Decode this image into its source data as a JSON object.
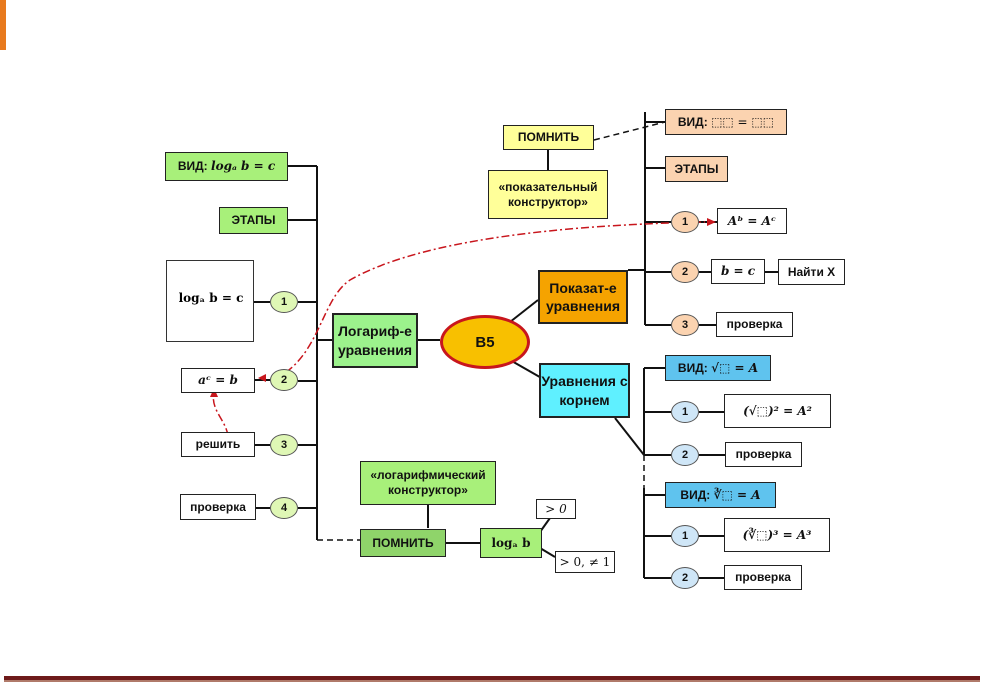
{
  "center": {
    "label": "B5"
  },
  "log_branch": {
    "title": "Логариф-е уравнения",
    "vid_label": "ВИД:",
    "vid_formula": "logₐ b = c",
    "etapy": "ЭТАПЫ",
    "cycle_formula": "logₐ b = c",
    "step2_formula": "aᶜ = b",
    "step3_label": "решить",
    "step4_label": "проверка",
    "steps": [
      "1",
      "2",
      "3",
      "4"
    ],
    "remember": "ПОМНИТЬ",
    "constructor_label": "«логарифмический конструктор»",
    "log_formula": "logₐ b",
    "cond_b": "> 0",
    "cond_a": "> 0, ≠ 1"
  },
  "exp_branch": {
    "title": "Показат-е уравнения",
    "remember": "ПОМНИТЬ",
    "constructor_label": "«показательный конструктор»",
    "vid_label": "ВИД:",
    "vid_formula": "⬚⬚ = ⬚⬚",
    "etapy": "ЭТАПЫ",
    "steps": [
      "1",
      "2",
      "3"
    ],
    "step1_formula": "Aᵇ = Aᶜ",
    "step2_formula": "b = c",
    "step2_extra": "Найти Х",
    "step3_label": "проверка"
  },
  "root_branch": {
    "title": "Уравнения с корнем",
    "vid1_label": "ВИД:",
    "vid1_formula": "√⬚ = A",
    "sq_steps": [
      "1",
      "2"
    ],
    "sq_step1_formula": "(√⬚)² = A²",
    "sq_step2_label": "проверка",
    "vid2_label": "ВИД:",
    "vid2_formula": "∛⬚ = A",
    "cb_steps": [
      "1",
      "2"
    ],
    "cb_step1_formula": "(∛⬚)³ = A³",
    "cb_step2_label": "проверка"
  },
  "colors": {
    "center_fill": "#f8c000",
    "center_border": "#c8161d",
    "log_branch": "#9cf28c",
    "exp_branch": "#f5a300",
    "root_branch": "#5ff0ff",
    "accent_bar": "#e87a1e",
    "footer": "#6e1a1a",
    "dashed_arrow": "#c8161d"
  }
}
